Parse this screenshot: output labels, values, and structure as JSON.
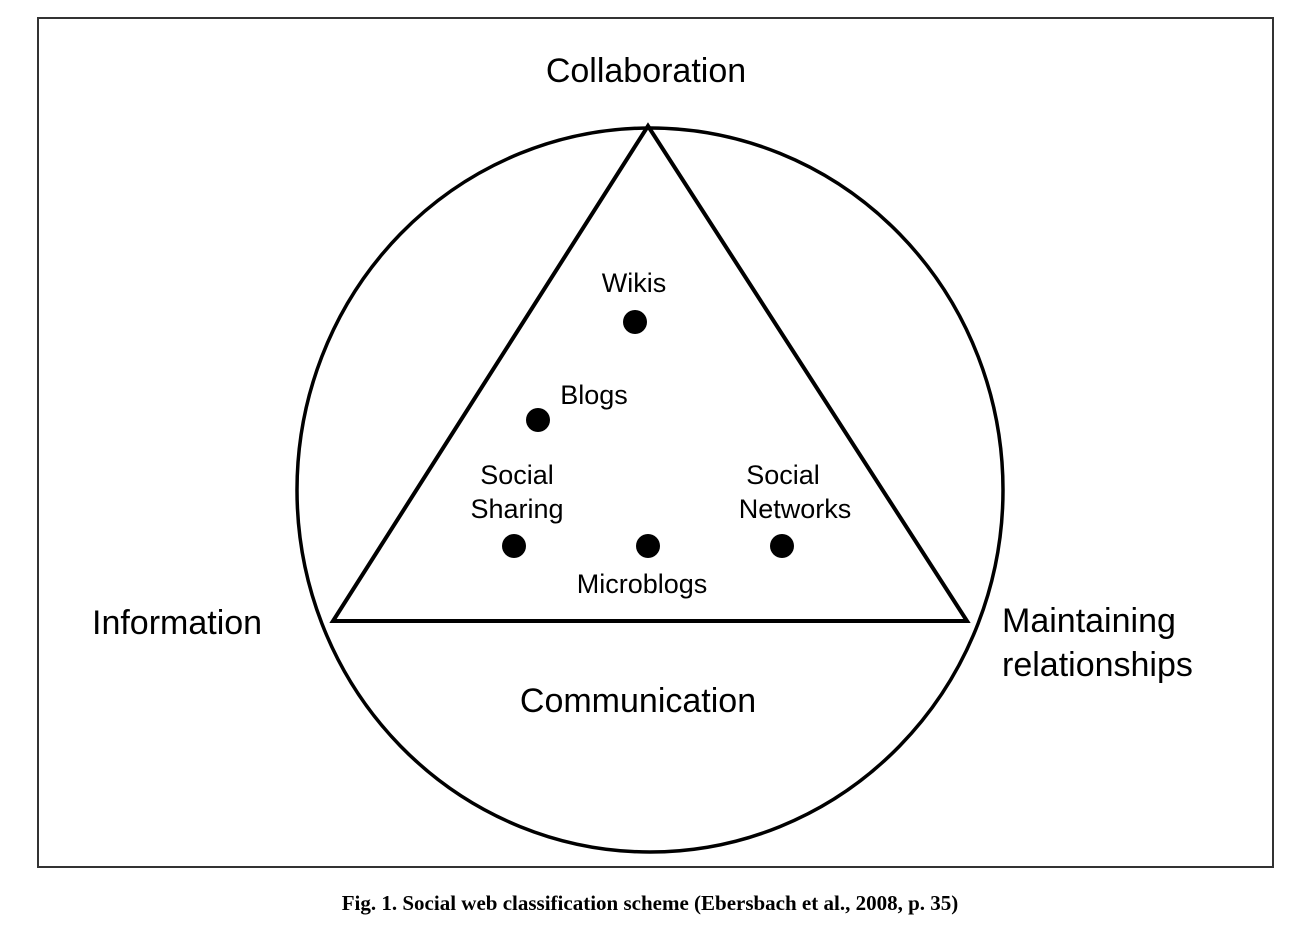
{
  "corners": {
    "top": "Collaboration",
    "left": "Information",
    "right_line1": "Maintaining",
    "right_line2": "relationships",
    "bottom": "Communication"
  },
  "items": {
    "wikis": "Wikis",
    "blogs": "Blogs",
    "social_sharing_line1": "Social",
    "social_sharing_line2": "Sharing",
    "social_networks_line1": "Social",
    "social_networks_line2": "Networks",
    "microblogs": "Microblogs"
  },
  "caption": "Fig. 1. Social web classification scheme (Ebersbach et al., 2008, p. 35)"
}
